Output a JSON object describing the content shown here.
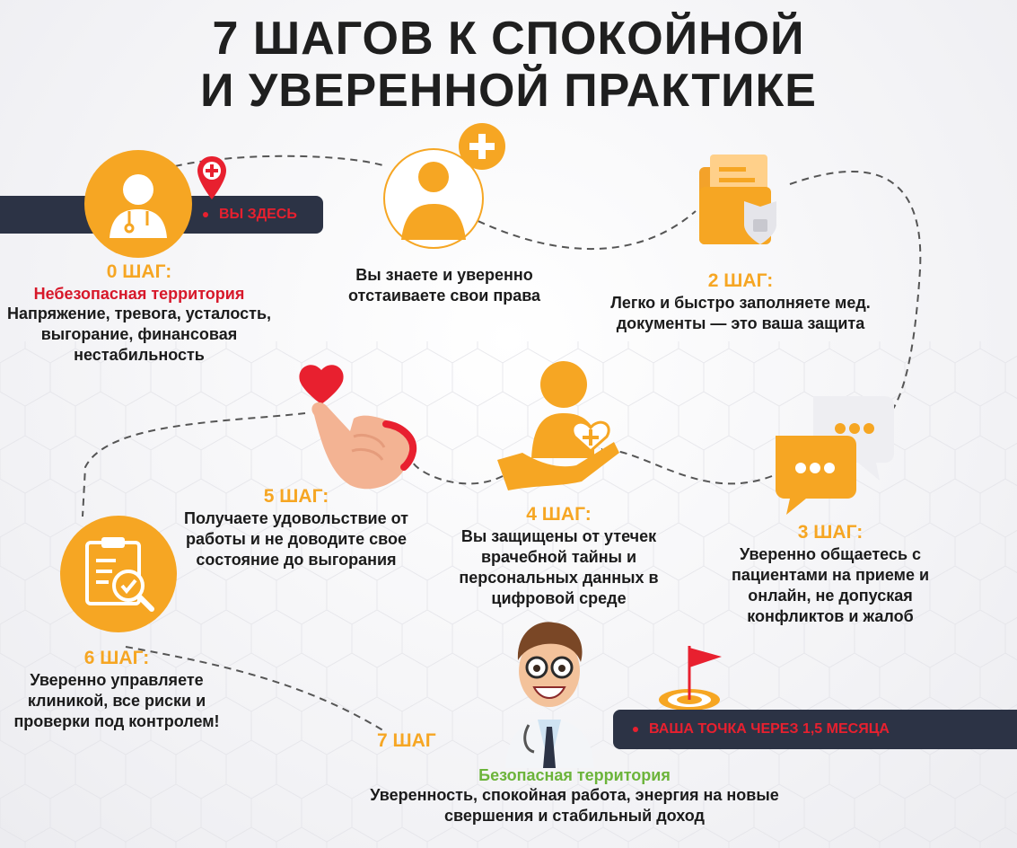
{
  "header": {
    "title_line1": "7 ШАГОВ К СПОКОЙНОЙ",
    "title_line2": "И УВЕРЕННОЙ ПРАКТИКЕ"
  },
  "colors": {
    "orange": "#f6a623",
    "red": "#d7182a",
    "green": "#6cb43b",
    "navy": "#2c3345"
  },
  "markers": {
    "you_are_here": "ВЫ ЗДЕСЬ",
    "destination": "ВАША ТОЧКА ЧЕРЕЗ 1,5 МЕСЯЦА"
  },
  "steps": [
    {
      "label": "0 ШАГ:",
      "subtitle": "Небезопасная территория",
      "text": "Напряжение, тревога, усталость, выгорание, финансовая нестабильность",
      "icon": "doctor-icon"
    },
    {
      "label": "",
      "text": "Вы знаете и уверенно отстаиваете свои права",
      "icon": "doctor-plus-icon"
    },
    {
      "label": "2 ШАГ:",
      "text": "Легко и быстро заполняете мед. документы — это ваша защита",
      "icon": "secure-folder-icon"
    },
    {
      "label": "3 ШАГ:",
      "text": "Уверенно общаетесь с пациентами на приеме и онлайн, не допуская конфликтов и жалоб",
      "icon": "chat-bubbles-icon"
    },
    {
      "label": "4 ШАГ:",
      "text": "Вы защищены от утечек врачебной тайны и персональных данных в цифровой среде",
      "icon": "care-hand-icon"
    },
    {
      "label": "5 ШАГ:",
      "text": "Получаете удовольствие от работы и не доводите свое состояние до выгорания",
      "icon": "heart-hand-icon"
    },
    {
      "label": "6 ШАГ:",
      "text": "Уверенно управляете клиникой, все риски и проверки под контролем!",
      "icon": "clipboard-check-icon"
    },
    {
      "label": "7 ШАГ",
      "subtitle": "Безопасная территория",
      "text": "Уверенность, спокойная работа, энергия на новые свершения и стабильный доход",
      "icon": "doctor-avatar-icon"
    }
  ]
}
